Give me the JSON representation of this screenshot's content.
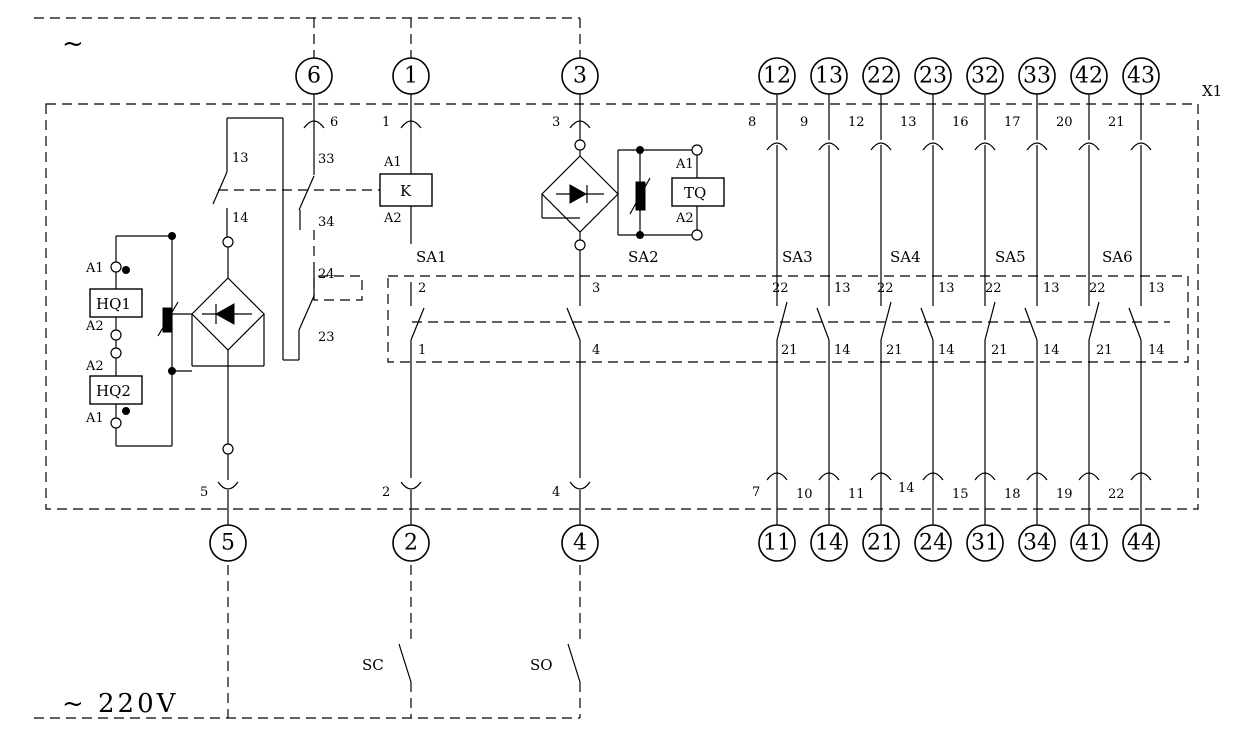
{
  "supply": {
    "symbol_top": "~",
    "symbol_bottom": "~",
    "voltage": "220V"
  },
  "frame_label": "X1",
  "top_terminals": [
    "6",
    "1",
    "3",
    "12",
    "13",
    "22",
    "23",
    "32",
    "33",
    "42",
    "43"
  ],
  "bottom_terminals": [
    "5",
    "2",
    "4",
    "11",
    "14",
    "21",
    "24",
    "31",
    "34",
    "41",
    "44"
  ],
  "components": {
    "k": "K",
    "tq": "TQ",
    "hq1": "HQ1",
    "hq2": "HQ2",
    "sa1": "SA1",
    "sa2": "SA2",
    "sa3": "SA3",
    "sa4": "SA4",
    "sa5": "SA5",
    "sa6": "SA6",
    "sc": "SC",
    "so": "SO"
  },
  "pins": {
    "a1": "A1",
    "a2": "A2",
    "c13": "13",
    "c14": "14",
    "c33": "33",
    "c34": "34",
    "c24": "24",
    "c23": "23",
    "p6": "6",
    "p1": "1",
    "p3": "3",
    "p5": "5",
    "p2": "2",
    "p4": "4",
    "sa1_top": "2",
    "sa1_bot": "1",
    "sa2_top": "3",
    "sa2_bot": "4",
    "sw22": "22",
    "sw13": "13",
    "sw21": "21",
    "sw14": "14",
    "u8": "8",
    "u9": "9",
    "u12": "12",
    "u13": "13",
    "u16": "16",
    "u17": "17",
    "u20": "20",
    "u21": "21",
    "l7": "7",
    "l10": "10",
    "l11": "11",
    "l14": "14",
    "l15": "15",
    "l18": "18",
    "l19": "19",
    "l22": "22"
  }
}
